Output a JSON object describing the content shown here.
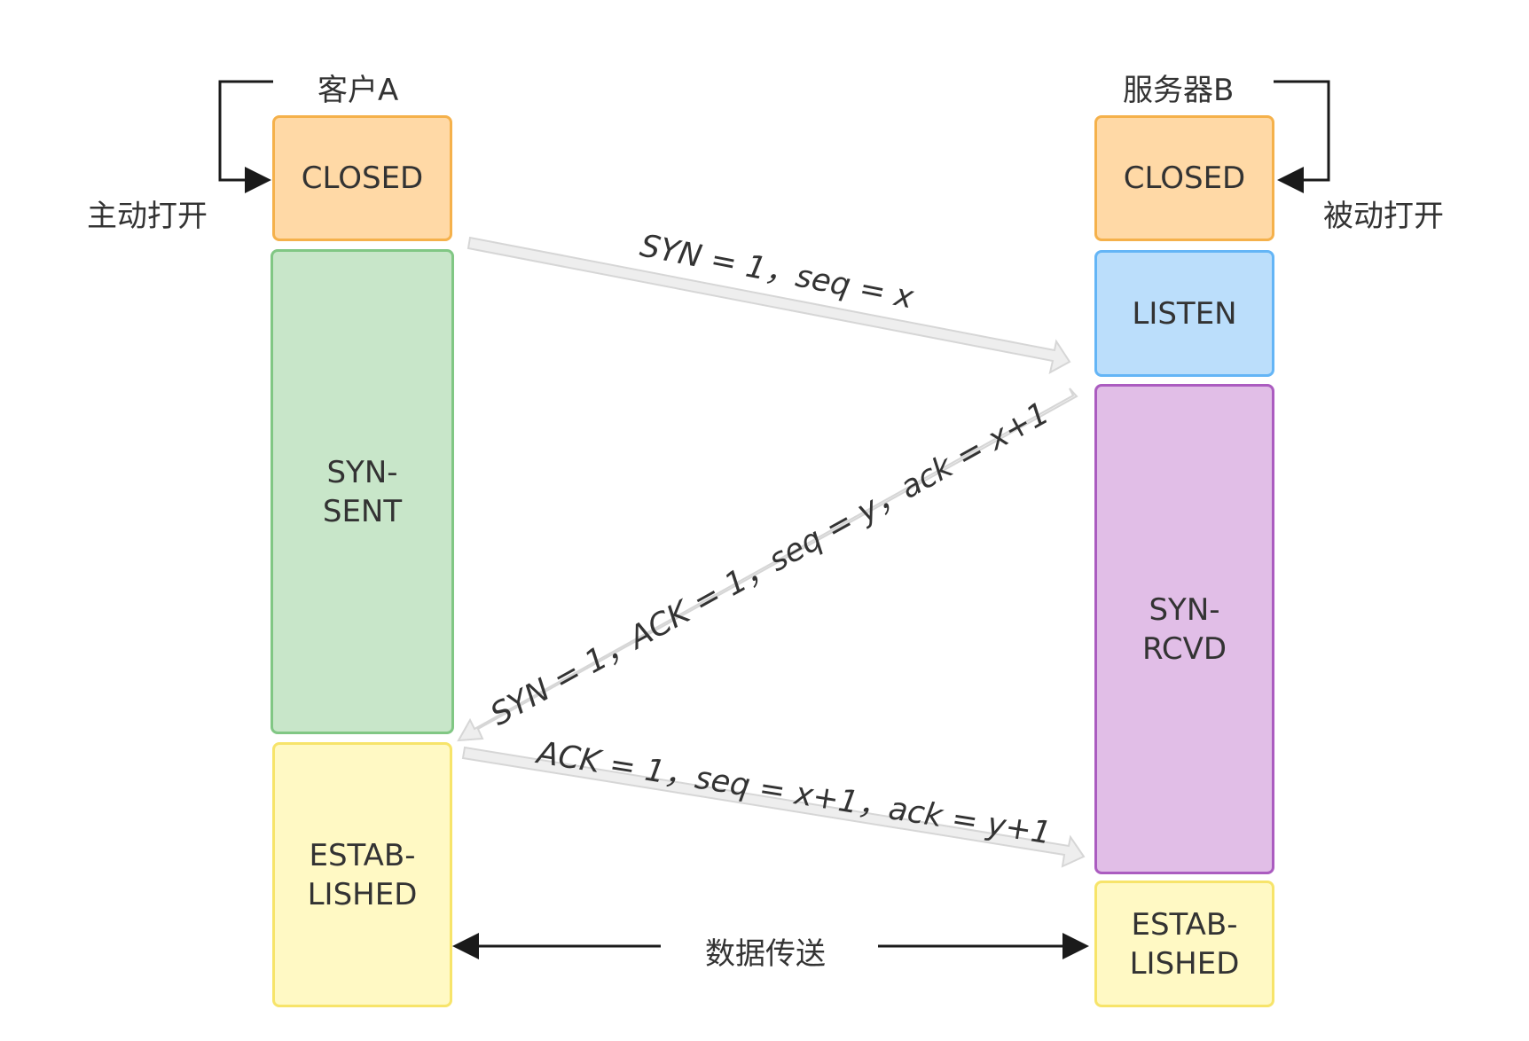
{
  "client": {
    "title": "客户A",
    "open_label": "主动打开",
    "states": [
      {
        "name": "CLOSED",
        "text": "CLOSED"
      },
      {
        "name": "SYN-SENT",
        "text": "SYN-\nSENT"
      },
      {
        "name": "ESTABLISHED",
        "text": "ESTAB-\nLISHED"
      }
    ]
  },
  "server": {
    "title": "服务器B",
    "open_label": "被动打开",
    "states": [
      {
        "name": "CLOSED",
        "text": "CLOSED"
      },
      {
        "name": "LISTEN",
        "text": "LISTEN"
      },
      {
        "name": "SYN-RCVD",
        "text": "SYN-\nRCVD"
      },
      {
        "name": "ESTABLISHED",
        "text": "ESTAB-\nLISHED"
      }
    ]
  },
  "messages": [
    {
      "text": "SYN = 1，seq = x"
    },
    {
      "text": "SYN = 1，ACK = 1，seq = y，ack = x+1"
    },
    {
      "text": "ACK = 1，seq = x+1，ack = y+1"
    }
  ],
  "data_transfer_label": "数据传送",
  "colors": {
    "closed_fill": "#FFD9A6",
    "closed_border": "#F5B14B",
    "synsent_fill": "#C8E6C9",
    "synsent_border": "#81C784",
    "established_fill": "#FFF9C4",
    "established_border": "#F7E46A",
    "listen_fill": "#BBDEFB",
    "listen_border": "#64B5F6",
    "synrcvd_fill": "#E1BEE7",
    "synrcvd_border": "#AB5CC0"
  }
}
